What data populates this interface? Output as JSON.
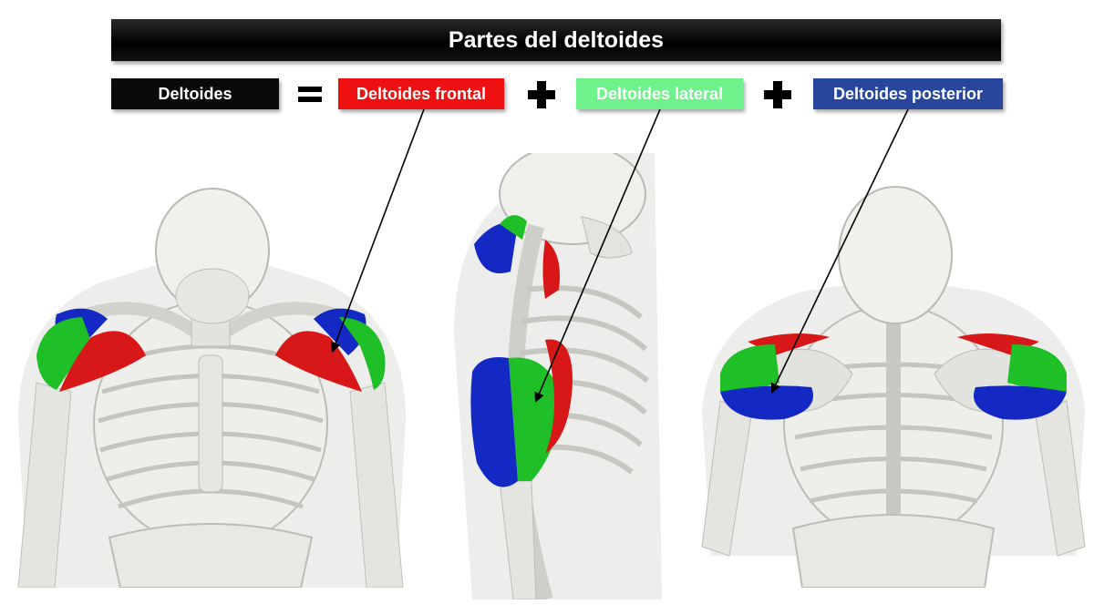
{
  "title": "Partes del deltoides",
  "equation": {
    "total_label": "Deltoides",
    "equals_symbol": "=",
    "plus_symbol": "+",
    "parts": [
      {
        "label": "Deltoides frontal",
        "color": "#ef1111",
        "muscle_color": "#d81818"
      },
      {
        "label": "Deltoides lateral",
        "color": "#6ff28b",
        "muscle_color": "#1fbf28"
      },
      {
        "label": "Deltoides posterior",
        "color": "#27469c",
        "muscle_color": "#1428c4"
      }
    ],
    "total_color": "#0a0a0a"
  },
  "figures": [
    {
      "view": "front",
      "icon": "front-skeleton-illustration"
    },
    {
      "view": "side",
      "icon": "side-skeleton-illustration"
    },
    {
      "view": "back",
      "icon": "back-skeleton-illustration"
    }
  ],
  "colors": {
    "bone": "#e9e9e6",
    "bone_stroke": "#b9b9b4",
    "body_shadow": "#ececea"
  }
}
